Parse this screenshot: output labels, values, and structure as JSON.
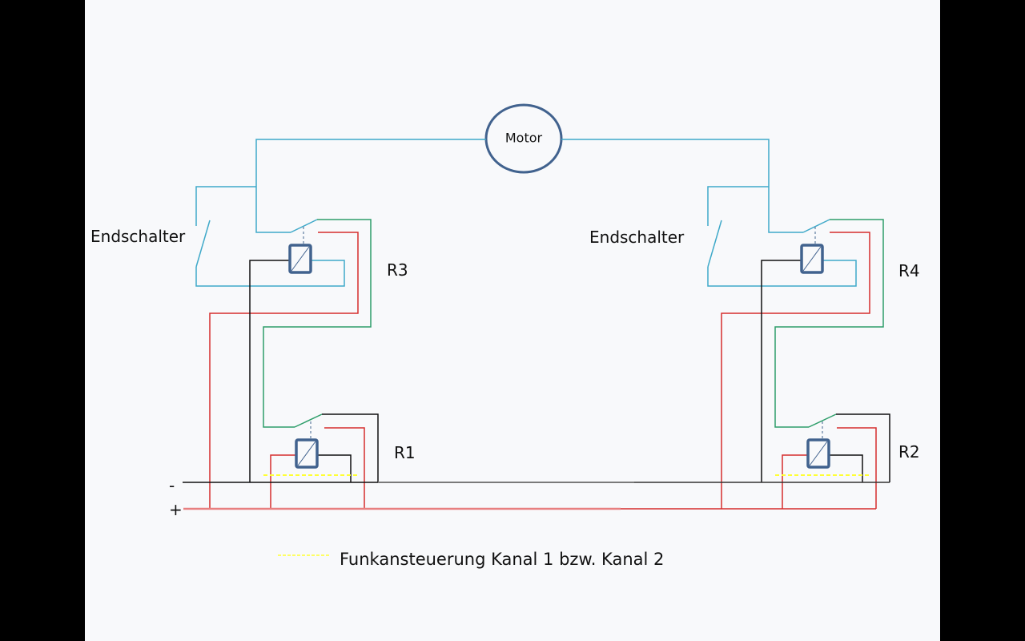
{
  "diagram": {
    "motor_label": "Motor",
    "limit_switch_left": "Endschalter",
    "limit_switch_right": "Endschalter",
    "relays": {
      "r1": "R1",
      "r2": "R2",
      "r3": "R3",
      "r4": "R4"
    },
    "minus_label": "-",
    "plus_label": "+",
    "legend_text": "Funkansteuerung Kanal 1 bzw. Kanal 2"
  },
  "colors": {
    "cyan_wire": "#3fa9c9",
    "green_wire": "#2e9e6a",
    "red_wire": "#d62d2d",
    "black_wire": "#111111",
    "coil_border": "#41628e",
    "radio_control": "#ffff33",
    "slide_background": "#f8f9fb"
  }
}
